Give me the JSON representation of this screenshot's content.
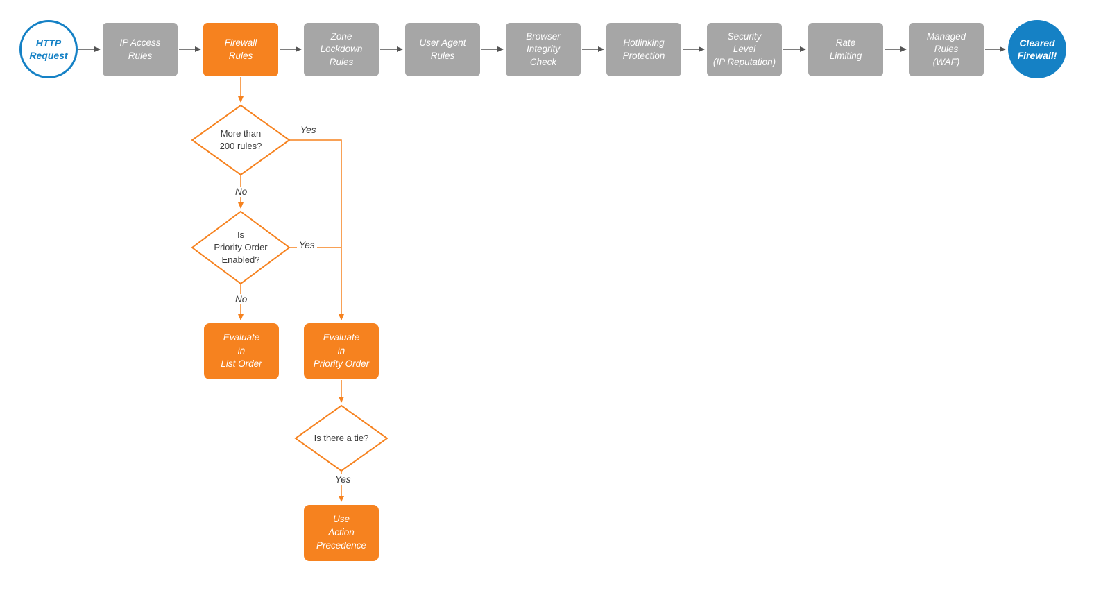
{
  "diagram": {
    "start": {
      "label": "HTTP\nRequest"
    },
    "end": {
      "label": "Cleared\nFirewall!"
    },
    "steps": [
      {
        "id": "ip-access-rules",
        "label": "IP Access\nRules",
        "state": "inactive"
      },
      {
        "id": "firewall-rules",
        "label": "Firewall\nRules",
        "state": "active"
      },
      {
        "id": "zone-lockdown-rules",
        "label": "Zone\nLockdown\nRules",
        "state": "inactive"
      },
      {
        "id": "user-agent-rules",
        "label": "User Agent\nRules",
        "state": "inactive"
      },
      {
        "id": "browser-integrity-check",
        "label": "Browser\nIntegrity\nCheck",
        "state": "inactive"
      },
      {
        "id": "hotlinking-protection",
        "label": "Hotlinking\nProtection",
        "state": "inactive"
      },
      {
        "id": "security-level",
        "label": "Security\nLevel\n(IP Reputation)",
        "state": "inactive"
      },
      {
        "id": "rate-limiting",
        "label": "Rate\nLimiting",
        "state": "inactive"
      },
      {
        "id": "managed-rules-waf",
        "label": "Managed\nRules\n(WAF)",
        "state": "inactive"
      }
    ],
    "decisions": [
      {
        "id": "more-than-200-rules",
        "label": "More than\n200 rules?",
        "yes_label": "Yes",
        "no_label": "No"
      },
      {
        "id": "priority-order-enabled",
        "label": "Is\nPriority Order\nEnabled?",
        "yes_label": "Yes",
        "no_label": "No"
      },
      {
        "id": "is-there-a-tie",
        "label": "Is there a tie?",
        "yes_label": "Yes"
      }
    ],
    "actions": [
      {
        "id": "evaluate-in-list-order",
        "label": "Evaluate\nin\nList Order"
      },
      {
        "id": "evaluate-in-priority-order",
        "label": "Evaluate\nin\nPriority Order"
      },
      {
        "id": "use-action-precedence",
        "label": "Use\nAction\nPrecedence"
      }
    ],
    "colors": {
      "orange": "#F6821F",
      "gray": "#A6A6A6",
      "blue": "#1581C5",
      "arrow_gray": "#545454",
      "text_dark": "#3B3B3B",
      "background": "#FFFFFF"
    }
  }
}
